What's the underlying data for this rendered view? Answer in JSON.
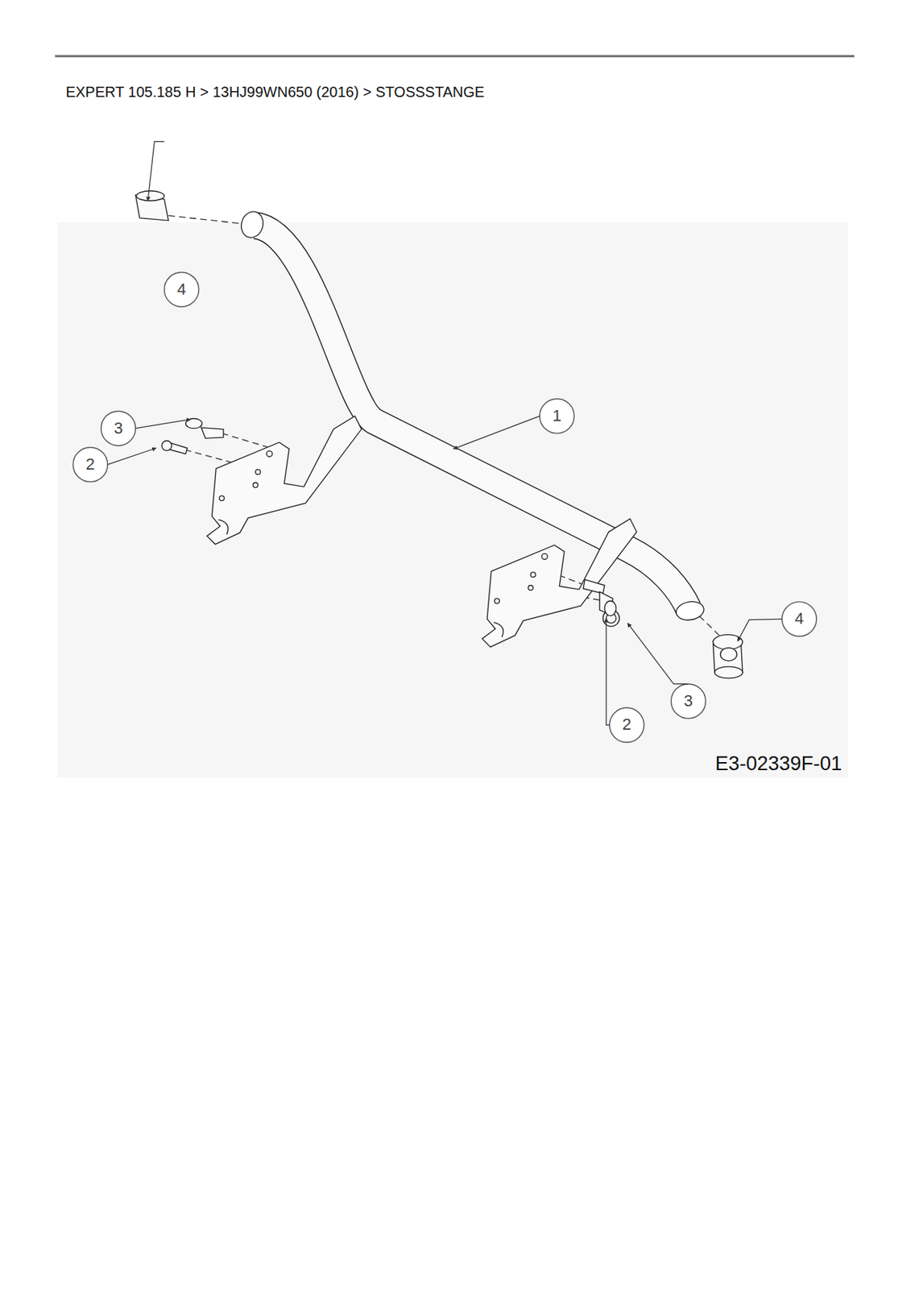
{
  "diagram": {
    "title": "EXPERT 105.185 H  >  13HJ99WN650 (2016)  >  STOSSSTANGE",
    "labels": [
      "4",
      "3",
      "2",
      "1",
      "4",
      "3",
      "2",
      "E3-02339F-01"
    ]
  }
}
